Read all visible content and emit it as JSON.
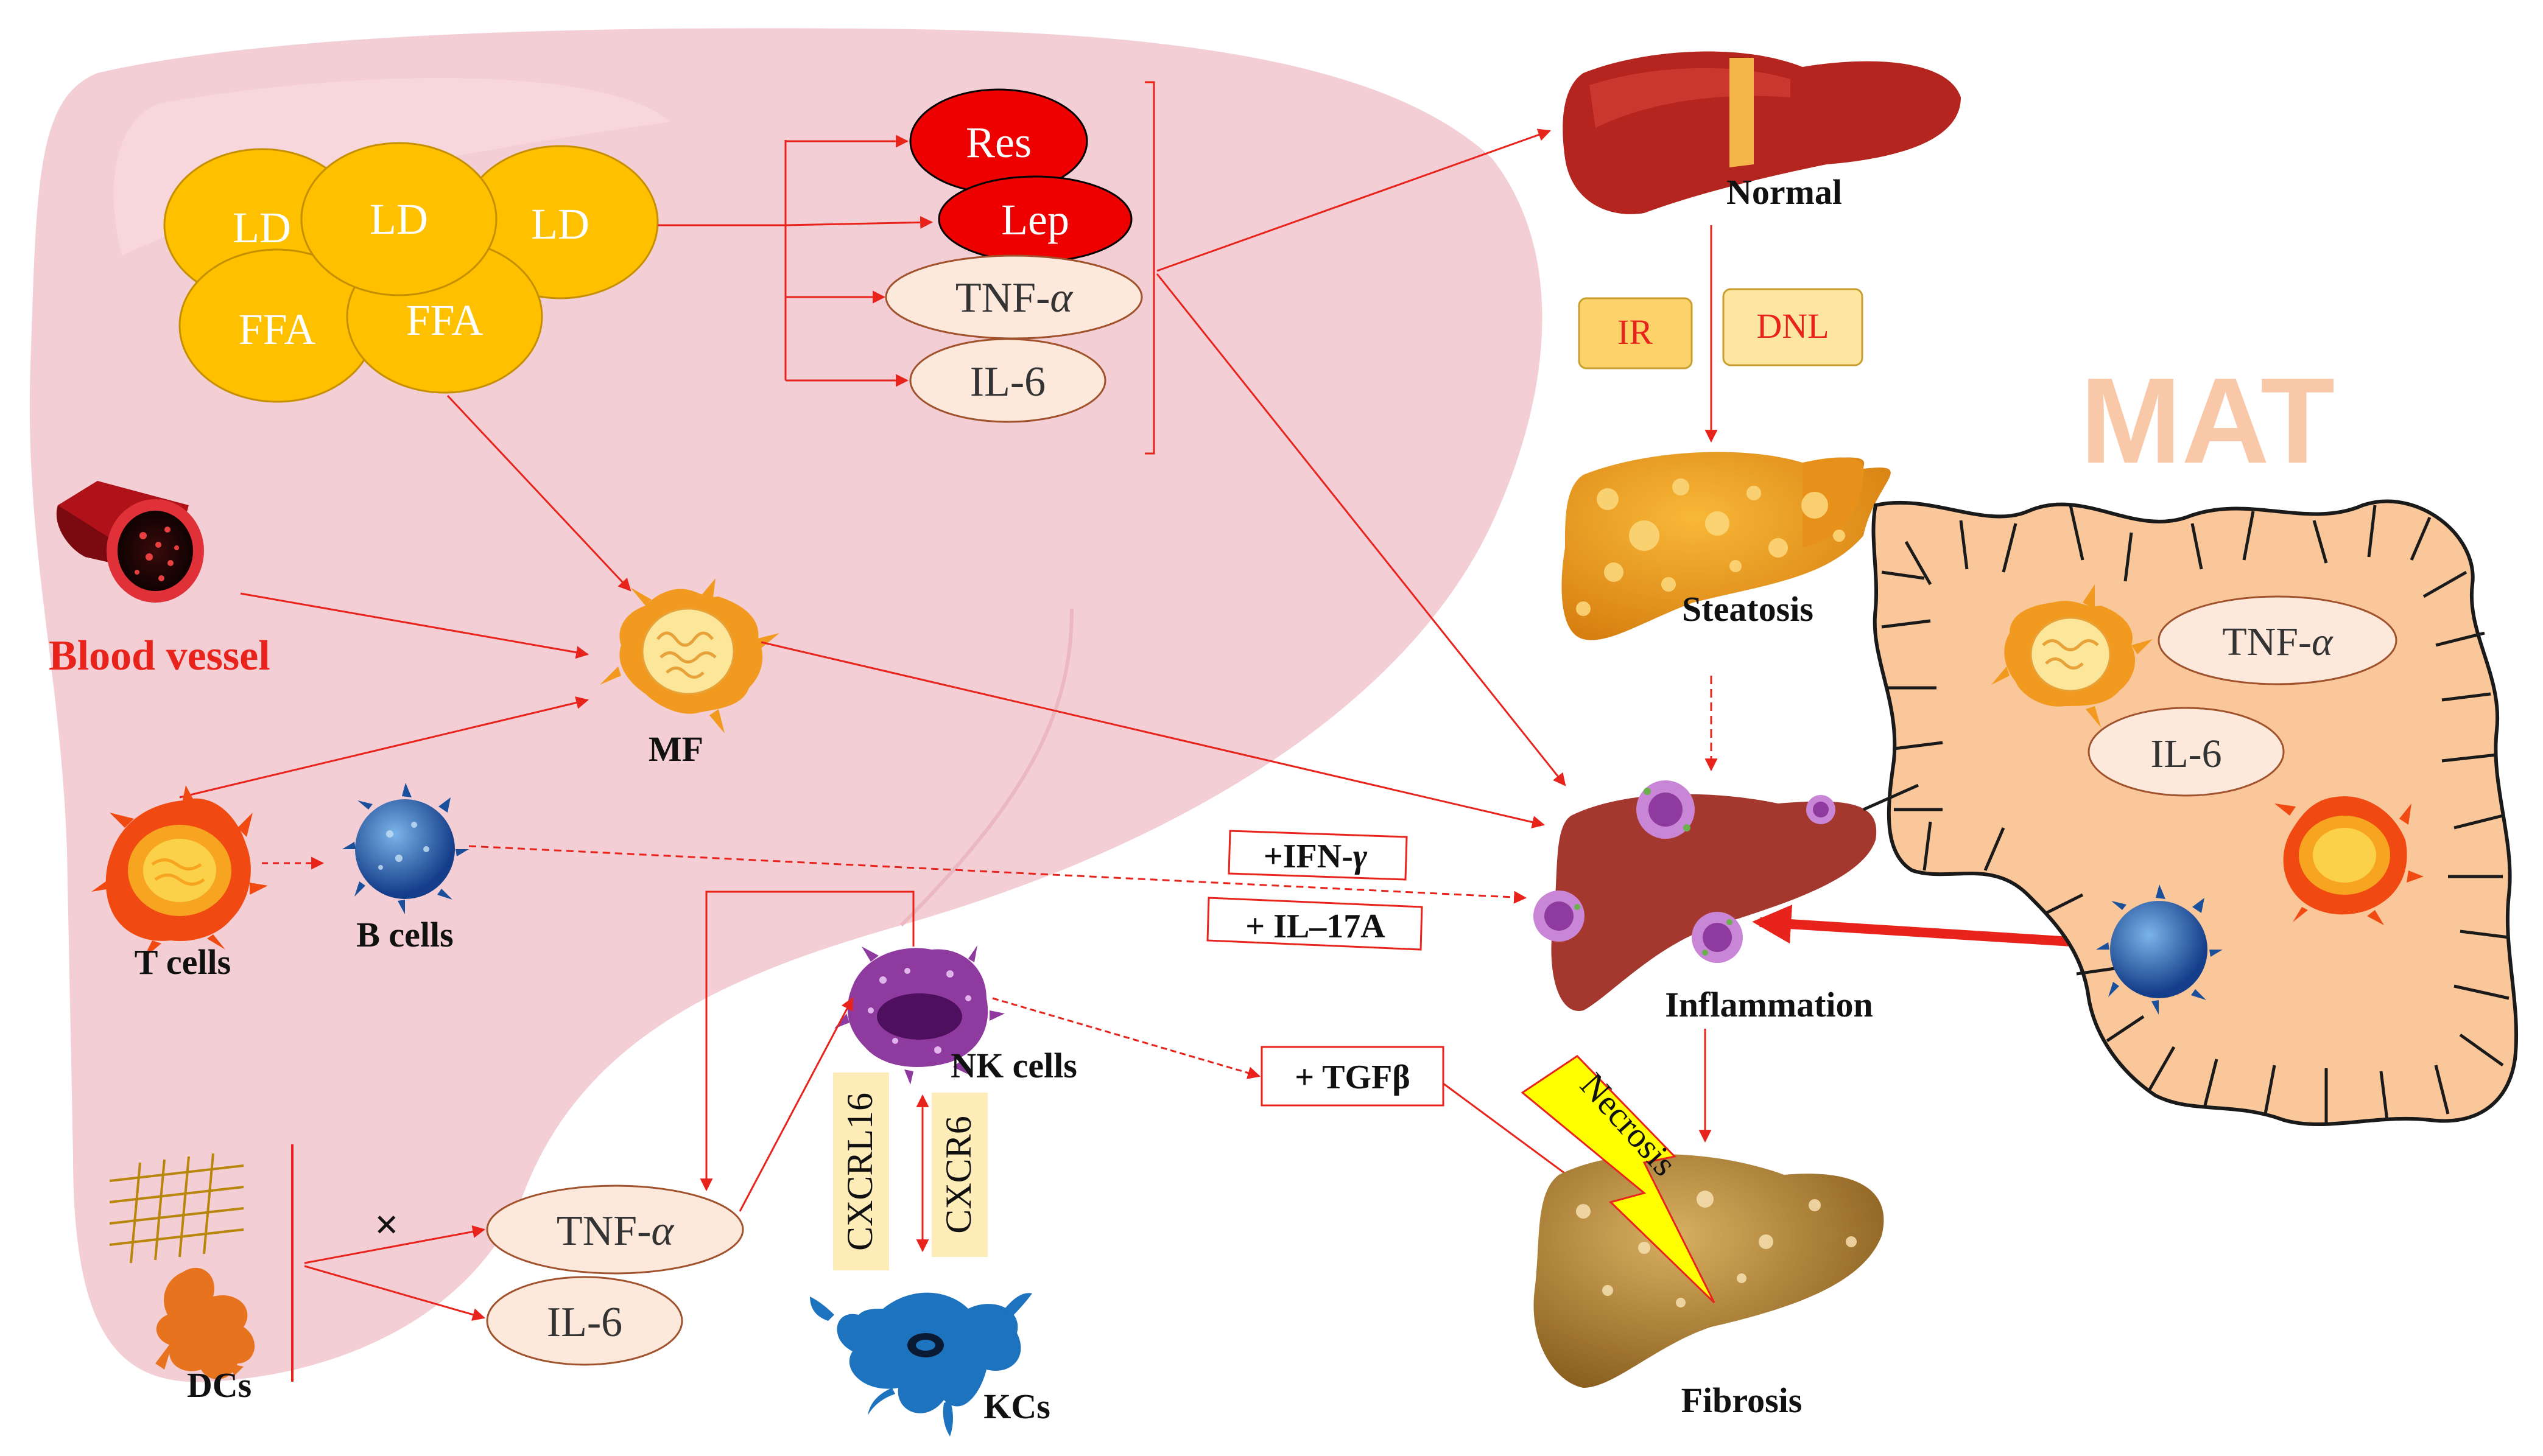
{
  "cells": {
    "ld": [
      "LD",
      "LD",
      "LD"
    ],
    "ffa": [
      "FFA",
      "FFA"
    ]
  },
  "adipokines": {
    "res": "Res",
    "lep": "Lep",
    "tnf": "TNF-",
    "il6": "IL-6",
    "alpha": "α"
  },
  "labels": {
    "blood_vessel": "Blood vessel",
    "mf": "MF",
    "t_cells": "T cells",
    "b_cells": "B cells",
    "nk_cells": "NK cells",
    "kcs": "KCs",
    "dcs": "DCs",
    "cxcrl16": "CXCRL16",
    "cxcr6": "CXCR6",
    "x_mark": "×"
  },
  "liver_stages": {
    "normal": "Normal",
    "steatosis": "Steatosis",
    "inflammation": "Inflammation",
    "fibrosis": "Fibrosis",
    "ir": "IR",
    "dnl": "DNL",
    "necrosis": "Necrosis"
  },
  "boxes": {
    "ifn": "+IFN-",
    "gamma": "γ",
    "il17": "+ IL–17A",
    "tgf": "+ TGFβ"
  },
  "mat": {
    "title": "MAT",
    "tnf": "TNF-",
    "alpha": "α",
    "il6": "IL-6"
  },
  "colors": {
    "arrow": "#e8231b",
    "ld_fill": "#ffc000",
    "red_cell": "#ee0000",
    "cytokine_fill": "#fde8dc",
    "liver_bg": "#f1c6cc",
    "mat_fill": "#f9c79a",
    "mat_title": "#f8c8a8",
    "label_yellow": "#fde7a0"
  }
}
